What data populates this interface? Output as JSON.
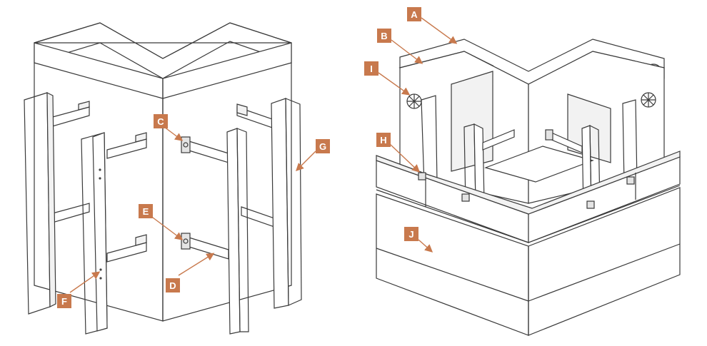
{
  "labels": {
    "A": "A",
    "B": "B",
    "C": "C",
    "D": "D",
    "E": "E",
    "F": "F",
    "G": "G",
    "H": "H",
    "I": "I",
    "J": "J"
  },
  "colors": {
    "label_bg": "#c8794d",
    "line": "#3a3a3a",
    "background": "#ffffff"
  }
}
